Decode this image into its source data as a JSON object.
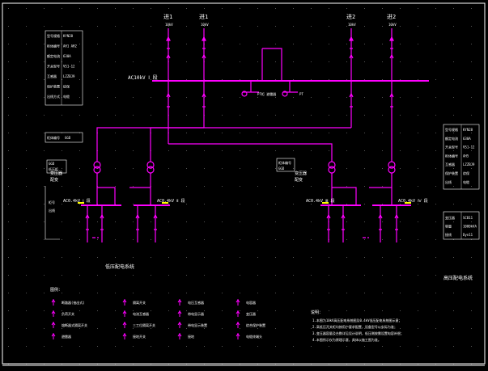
{
  "colors": {
    "background": "#000000",
    "wire": "#ff00ff",
    "text": "#ffffff",
    "grid": "#4a4a4a",
    "frame": "#ffffff"
  },
  "feeders": {
    "f1": "进1",
    "f2": "进1",
    "f3": "进2",
    "f4": "进2",
    "f1_sub": "10kV",
    "f2_sub": "10kV",
    "f3_sub": "10kV",
    "f4_sub": "10kV"
  },
  "buses": {
    "hv_label": "AC10kV Ⅰ 段",
    "lv1": "AC0.4kV Ⅰ 段",
    "lv2": "AC0.4kV Ⅱ 段",
    "lv3": "AC0.4kV Ⅲ 段",
    "lv4": "AC0.4kV Ⅳ 段"
  },
  "transformers": {
    "t_left": "变压器",
    "t_left_line2": "配变",
    "t_right": "变压器",
    "t_right_line2": "配变"
  },
  "captions": {
    "bottom_left": "低压配电系统",
    "bottom_right": "高压配电系统"
  },
  "legend": {
    "title": "图例：",
    "items": [
      "断路器(抽出式)",
      "负荷开关",
      "熔断器式隔离开关",
      "避雷器",
      "隔离开关",
      "电流互感器",
      "三工位隔离开关",
      "接地开关",
      "电压互感器",
      "带电显示器",
      "带电显示装置",
      "接地",
      "电容器",
      "变压器",
      "综合保护装置",
      "电缆终端头"
    ]
  },
  "notes": {
    "title": "说明：",
    "lines": [
      "1.本图为10kV高压配电系统图及0.4kV低压配电系统图示意；",
      "2.高低压开关柜均按用户要求配置，设备型号以实际为准；",
      "3.变压器容量及台数详见设计说明，低压侧按需设置电容补偿；",
      "4.本图所示仅为原理示意，具体以施工图为准。"
    ]
  },
  "tables": {
    "left_top": [
      [
        "型号规格",
        "KYN28"
      ],
      [
        "柜体编号",
        "AH1 AH2"
      ],
      [
        "额定电流",
        "630A"
      ],
      [
        "开关型号",
        "VS1-12"
      ],
      [
        "互感器",
        "LZZBJ9"
      ],
      [
        "保护装置",
        "综保"
      ],
      [
        "出线方式",
        "电缆"
      ]
    ],
    "left_mid": [
      "柜体编号",
      "GGD"
    ],
    "left_small": [
      "GGD",
      "低压柜"
    ],
    "left_low": [
      "柜号",
      "出线"
    ],
    "right_top": [
      [
        "型号规格",
        "KYN28"
      ],
      [
        "额定电流",
        "630A"
      ],
      [
        "开关型号",
        "VS1-12"
      ],
      [
        "柜体编号",
        "AH5"
      ],
      [
        "互感器",
        "LZZBJ9"
      ],
      [
        "保护装置",
        "综保"
      ],
      [
        "出线",
        "电缆"
      ]
    ],
    "right_bottom": [
      [
        "变压器",
        "SCB11"
      ],
      [
        "容量",
        "1000kVA"
      ],
      [
        "接线",
        "Dyn11"
      ]
    ],
    "right_mid": [
      "柜体编号",
      "GGD"
    ]
  },
  "tags": {
    "pt_left": "PT柜 避雷器",
    "pt_right": "PT"
  }
}
